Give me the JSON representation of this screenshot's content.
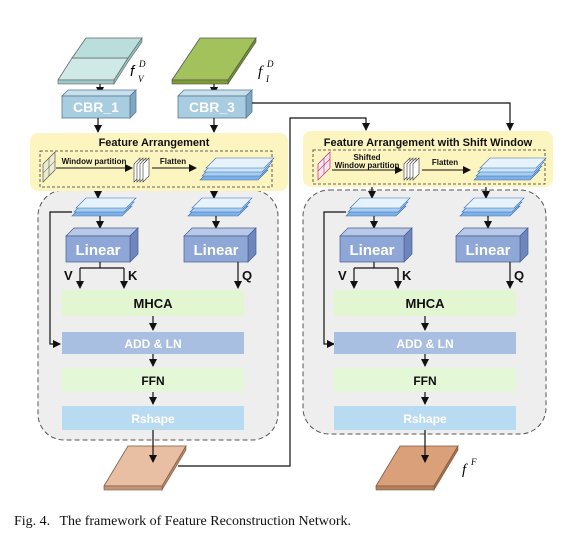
{
  "labels": {
    "cbr1": "CBR_1",
    "cbr3": "CBR_3",
    "fa_title": "Feature Arrangement",
    "fasw_title": "Feature Arrangement with Shift Window",
    "window_partition": "Window partition",
    "shifted_line1": "Shifted",
    "shifted_line2": "Window partition",
    "flatten": "Flatten",
    "linear": "Linear",
    "v": "V",
    "k": "K",
    "q": "Q",
    "mhca": "MHCA",
    "addln": "ADD & LN",
    "ffn": "FFN",
    "rshape": "Rshape",
    "fv_base": "f",
    "fv_sup": "D",
    "fv_sub": "V",
    "fi_base": "f",
    "fi_sup": "D",
    "fi_sub": "I",
    "ff_base": "f",
    "ff_sup": "F"
  },
  "caption": {
    "fig": "Fig. 4.",
    "text": "The framework of Feature Reconstruction Network."
  },
  "colors": {
    "cbr": "#a8cce0",
    "yellow": "#fdf5c0",
    "gray_panel": "#eeeeee",
    "linear": "#8fa7d6",
    "mhca": "#e2f6d2",
    "addln": "#a9bfe2",
    "ffn": "#e4f7d6",
    "rshape": "#b9dbf2",
    "plate_v": "#b9dedc",
    "plate_i": "#97b94f",
    "plate_out": "#d9a07a"
  }
}
